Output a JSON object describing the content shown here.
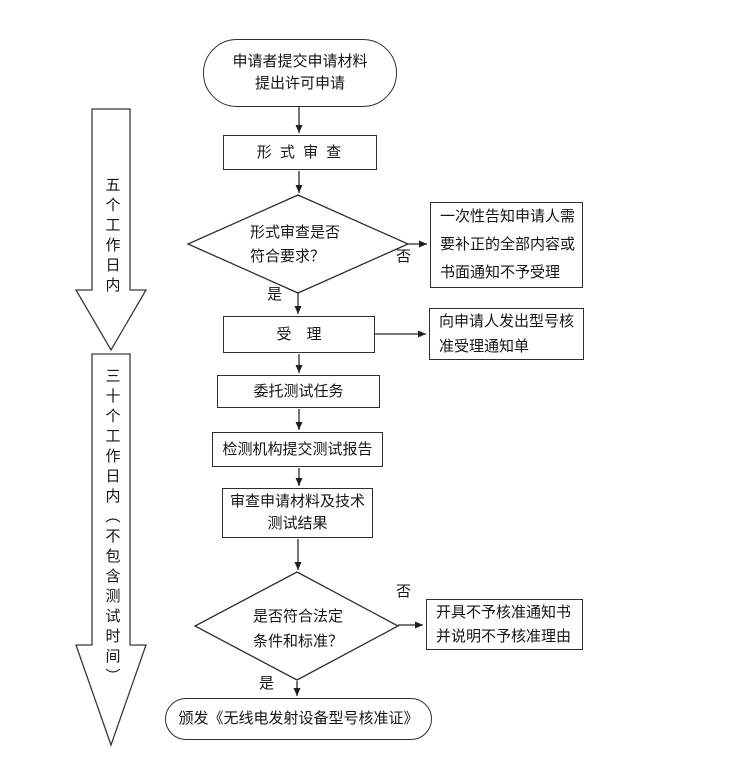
{
  "colors": {
    "line": "#2e2e2e",
    "background": "#ffffff",
    "text": "#151515"
  },
  "flow": {
    "start": {
      "line1": "申请者提交申请材料",
      "line2": "提出许可申请"
    },
    "formal_review": {
      "label": "形 式 审 查"
    },
    "decision1": {
      "line1": "形式审查是否",
      "line2": "符合要求？"
    },
    "supplement_notice": {
      "line1": "一次性告知申请人需",
      "line2": "要补正的全部内容或",
      "line3": "书面通知不予受理"
    },
    "accept": {
      "label": "受　理"
    },
    "accept_notice": {
      "line1": "向申请人发出型号核",
      "line2": "准受理通知单"
    },
    "delegate_test": {
      "label": "委托测试任务"
    },
    "test_report": {
      "label": "检测机构提交测试报告"
    },
    "review_materials": {
      "line1": "审查申请材料及技术",
      "line2": "测试结果"
    },
    "decision2": {
      "line1": "是否符合法定",
      "line2": "条件和标准？"
    },
    "rejection_notice": {
      "line1": "开具不予核准通知书",
      "line2": "并说明不予核准理由"
    },
    "end": {
      "label": "颁发《无线电发射设备型号核准证》"
    },
    "labels": {
      "yes": "是",
      "no": "否"
    },
    "timelines": {
      "five_days": "五个工作日内",
      "thirty_days": "三十个工作日内（不包含测试时间）"
    }
  }
}
